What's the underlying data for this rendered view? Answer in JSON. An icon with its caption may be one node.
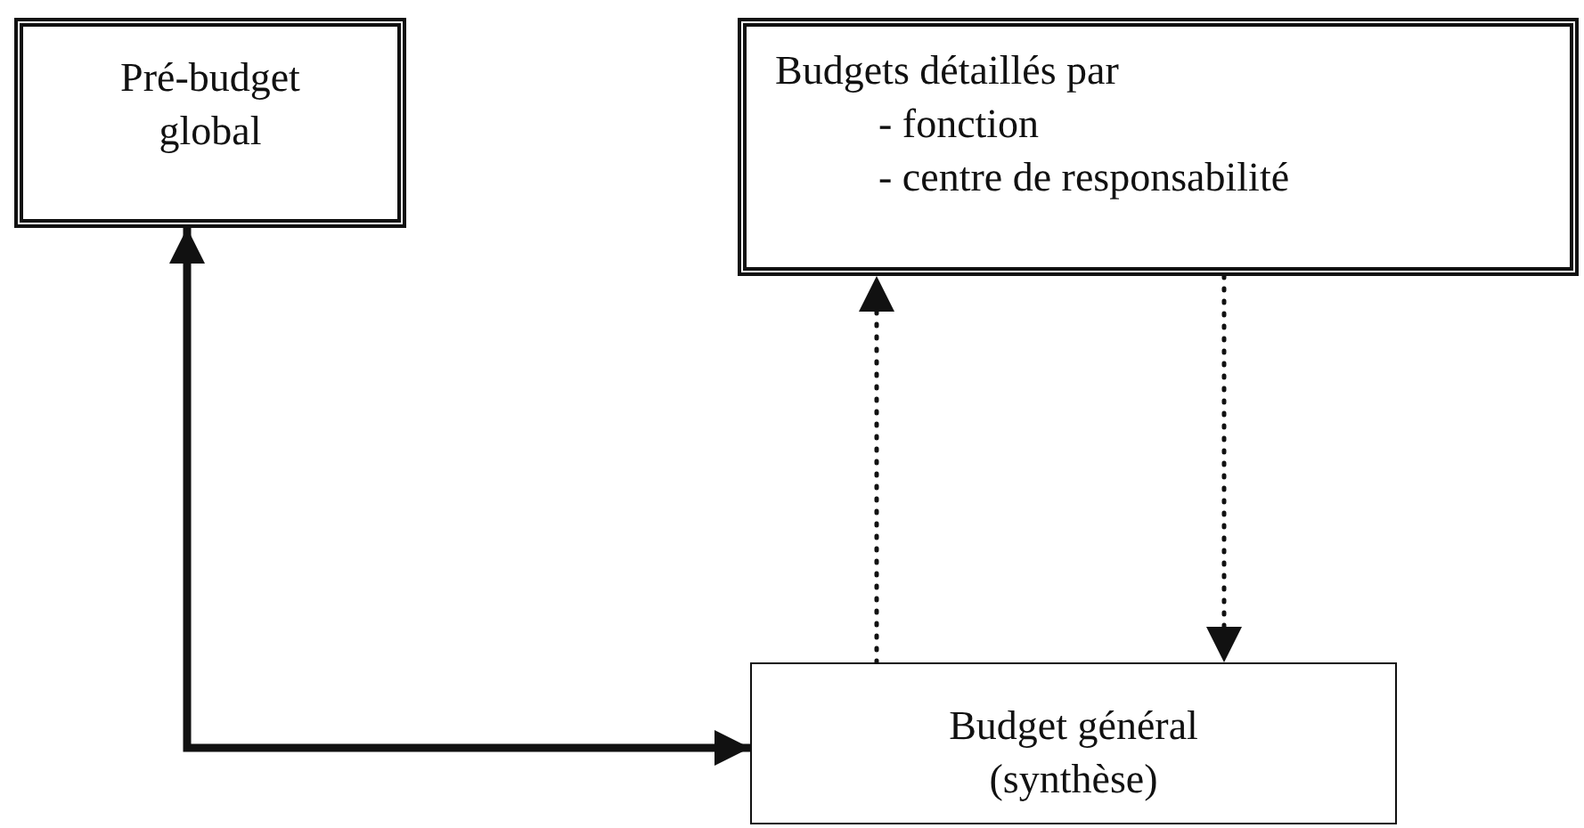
{
  "diagram": {
    "nodes": [
      {
        "text": [
          "Pré-budget global"
        ]
      },
      {
        "text": [
          "Budgets détaillés par",
          "- fonction",
          "- centre de responsabilité"
        ]
      },
      {
        "text": [
          "Budget général (synthèse)"
        ]
      }
    ],
    "edges": [
      {
        "from": 0,
        "to": 2,
        "arrow": "both",
        "style": "thick"
      },
      {
        "from": 2,
        "to": 1,
        "arrow": "to",
        "style": "dashed"
      },
      {
        "from": 1,
        "to": 2,
        "arrow": "to",
        "style": "dashed"
      }
    ]
  }
}
